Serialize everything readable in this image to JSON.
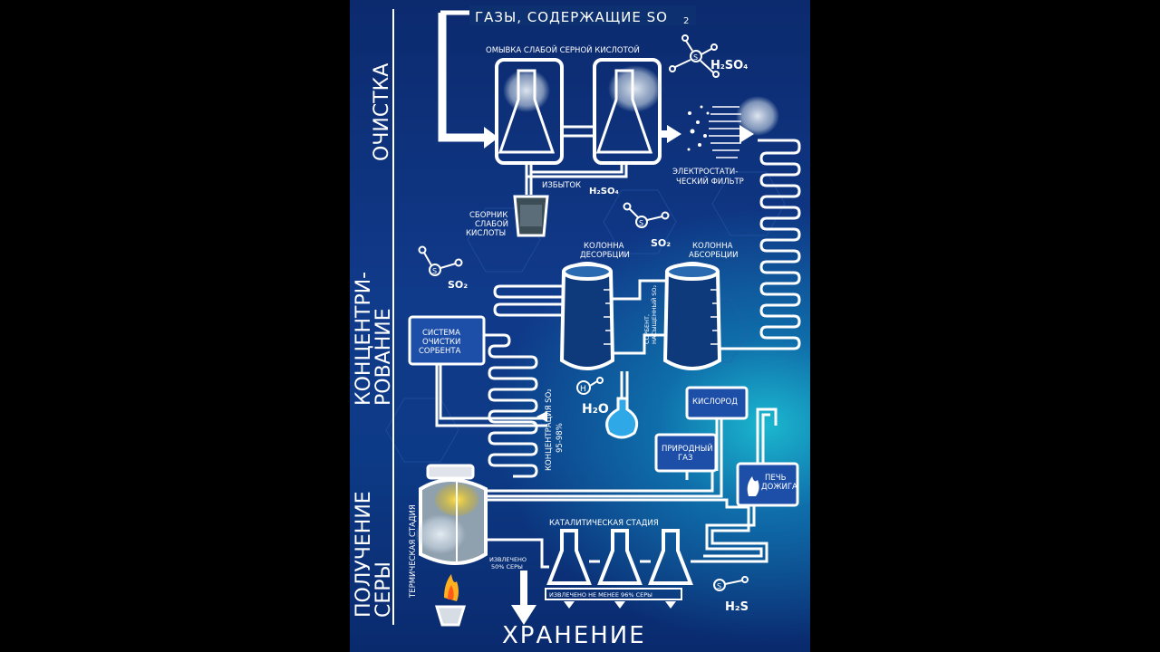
{
  "title_top": "ГАЗЫ, СОДЕРЖАЩИЕ SO",
  "title_top_sub": "2",
  "stage_washing": "ОМЫВКА СЛАБОЙ СЕРНОЙ КИСЛОТОЙ",
  "h2so4_formula": "H",
  "h2so4_rest": "SO",
  "electrostatic_filter_1": "ЭЛЕКТРОСТАТИ-",
  "electrostatic_filter_2": "ЧЕСКИЙ ФИЛЬТР",
  "excess_label": "ИЗБЫТОК",
  "excess_formula": "H₂SO₄",
  "collector_1": "СБОРНИК",
  "collector_2": "СЛАБОЙ",
  "collector_3": "КИСЛОТЫ",
  "so2_label": "SO₂",
  "desorption_1": "КОЛОННА",
  "desorption_2": "ДЕСОРБЦИИ",
  "absorption_1": "КОЛОННА",
  "absorption_2": "АБСОРБЦИИ",
  "sorbent_cleaning_1": "СИСТЕМА",
  "sorbent_cleaning_2": "ОЧИСТКИ",
  "sorbent_cleaning_3": "СОРБЕНТА",
  "saturated_sorbent_1": "СОРБЕНТ,",
  "saturated_sorbent_2": "НАСЫЩЕННЫЙ SO₂",
  "concentration_1": "КОНЦЕНТРАЦИЯ SO₂",
  "concentration_2": "95-98%",
  "water_formula": "H₂O",
  "oxygen": "КИСЛОРОД",
  "natural_gas_1": "ПРИРОДНЫЙ",
  "natural_gas_2": "ГАЗ",
  "furnace_1": "ПЕЧЬ",
  "furnace_2": "ДОЖИГА",
  "thermal_stage": "ТЕРМИЧЕСКАЯ СТАДИЯ",
  "catalytic_stage": "КАТАЛИТИЧЕСКАЯ СТАДИЯ",
  "extracted_thermal_1": "ИЗВЛЕЧЕНО",
  "extracted_thermal_2": "50% СЕРЫ",
  "extracted_catalytic": "ИЗВЛЕЧЕНО НЕ МЕНЕЕ 96% СЕРЫ",
  "h2s_formula": "H₂S",
  "storage": "ХРАНЕНИЕ",
  "side_cleaning": "ОЧИСТКА",
  "side_concentration_1": "КОНЦЕНТРИ-",
  "side_concentration_2": "РОВАНИЕ",
  "side_sulfur_1": "ПОЛУЧЕНИЕ",
  "side_sulfur_2": "СЕРЫ",
  "colors": {
    "pipe": "#ffffff",
    "bg_dark": "#0c2a6e",
    "glow": "#1bb7cf",
    "box": "#1d4fa8"
  }
}
